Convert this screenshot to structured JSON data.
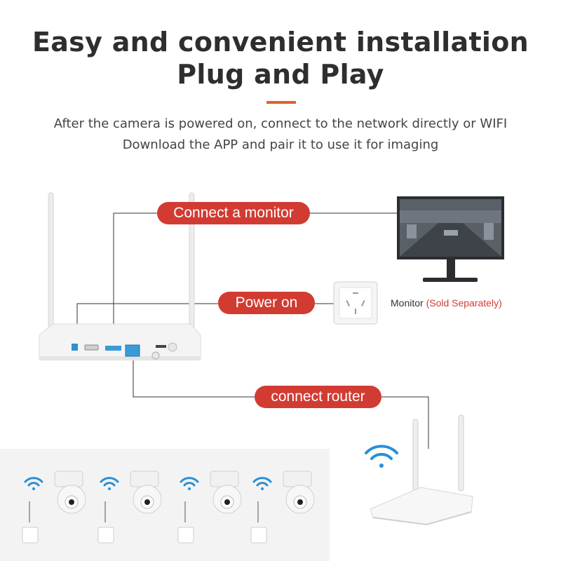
{
  "header": {
    "title_line1": "Easy and convenient installation",
    "title_line2": "Plug and Play",
    "subtitle_line1": "After the camera is powered on, connect to the network directly or WIFI",
    "subtitle_line2": "Download the APP and pair it to use it for imaging",
    "accent_color": "#e0612a"
  },
  "labels": {
    "connect_monitor": "Connect a monitor",
    "power_on": "Power on",
    "connect_router": "connect router",
    "monitor_text": "Monitor",
    "monitor_note": "(Sold Separately)",
    "pill_color": "#d23b32"
  },
  "icons": {
    "nvr": "nvr-device-icon",
    "monitor": "monitor-icon",
    "socket": "wall-socket-icon",
    "router": "wifi-router-icon",
    "wifi": "wifi-signal-icon",
    "camera": "ptz-camera-icon"
  }
}
